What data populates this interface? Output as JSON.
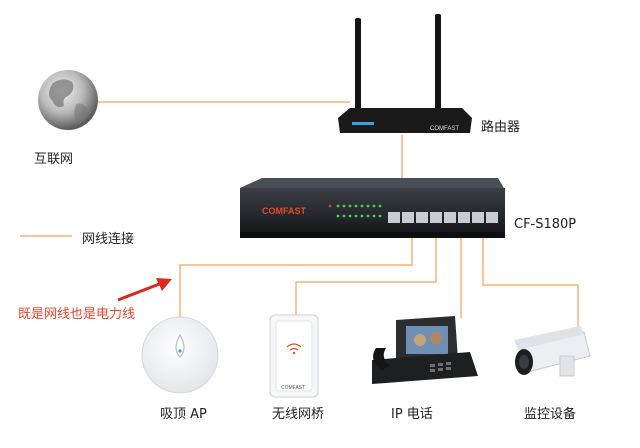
{
  "labels": {
    "internet": "互联网",
    "router": "路由器",
    "switch_model": "CF-S180P",
    "legend": "网线连接",
    "poe_note": "既是网线也是电力线",
    "ceiling_ap": "吸顶 AP",
    "wireless_bridge": "无线网桥",
    "ip_phone": "IP 电话",
    "camera": "监控设备"
  },
  "device_brand": "COMFAST",
  "colors": {
    "cable": "#f4a25b",
    "note_text": "#e8462c",
    "arrow": "#d9291f",
    "device_dark": "#1f2226"
  }
}
